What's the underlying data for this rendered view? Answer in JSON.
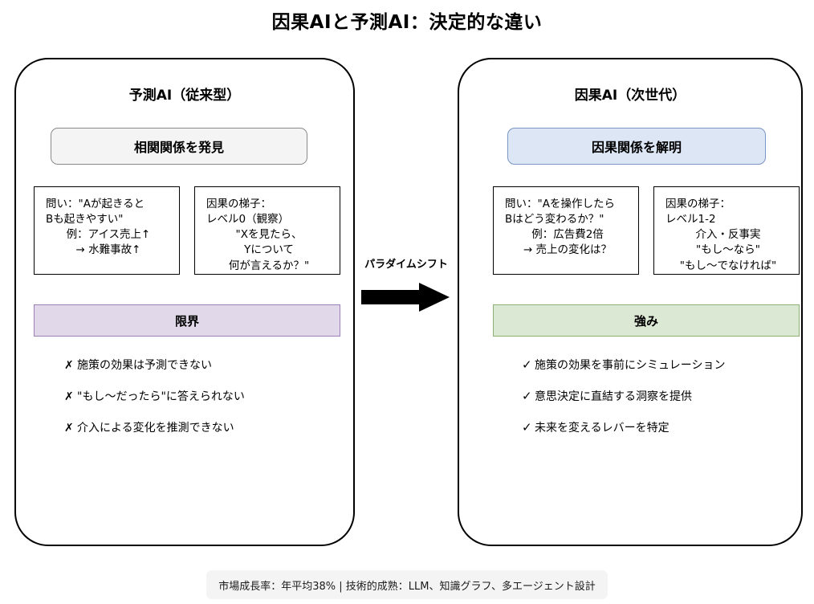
{
  "title": "因果AIと予測AI：決定的な違い",
  "left_panel": {
    "title": "予測AI（従来型）",
    "chip": "相関関係を発見",
    "question_box": {
      "line1": "問い：\"Aが起きると",
      "line2": "Bも起きやすい\"",
      "line3": "例：アイス売上↑",
      "line4": "→ 水難事故↑"
    },
    "ladder_box": {
      "line1": "因果の梯子：",
      "line2": "レベル0（観察）",
      "line3": "\"Xを見たら、",
      "line4": "Yについて",
      "line5": "何が言えるか？\""
    },
    "banner": "限界",
    "bullet_mark": "✗",
    "bullets": [
      "施策の効果は予測できない",
      "\"もし〜だったら\"に答えられない",
      "介入による変化を推測できない"
    ]
  },
  "right_panel": {
    "title": "因果AI（次世代）",
    "chip": "因果関係を解明",
    "question_box": {
      "line1": "問い：\"Aを操作したら",
      "line2": "Bはどう変わるか？\"",
      "line3": "例：広告費2倍",
      "line4": "→ 売上の変化は？"
    },
    "ladder_box": {
      "line1": "因果の梯子：",
      "line2": "レベル1-2",
      "line3": "介入・反事実",
      "line4": "\"もし〜なら\"",
      "line5": "\"もし〜でなければ\""
    },
    "banner": "強み",
    "bullet_mark": "✓",
    "bullets": [
      "施策の効果を事前にシミュレーション",
      "意思決定に直結する洞察を提供",
      "未来を変えるレバーを特定"
    ]
  },
  "arrow": {
    "label": "パラダイムシフト",
    "color": "#000000"
  },
  "footer": {
    "text": "市場成長率：年平均38% | 技術的成熟：LLM、知識グラフ、多エージェント設計"
  },
  "colors": {
    "panel_border": "#000000",
    "chip_left_fill": "#f4f4f4",
    "chip_left_border": "#8a8a8a",
    "chip_right_fill": "#dce6f5",
    "chip_right_border": "#7b95c4",
    "banner_left_fill": "#e1d8e9",
    "banner_left_border": "#9b7fb5",
    "banner_right_fill": "#dbe8d3",
    "banner_right_border": "#8cb073",
    "footer_fill": "#f4f4f4"
  }
}
